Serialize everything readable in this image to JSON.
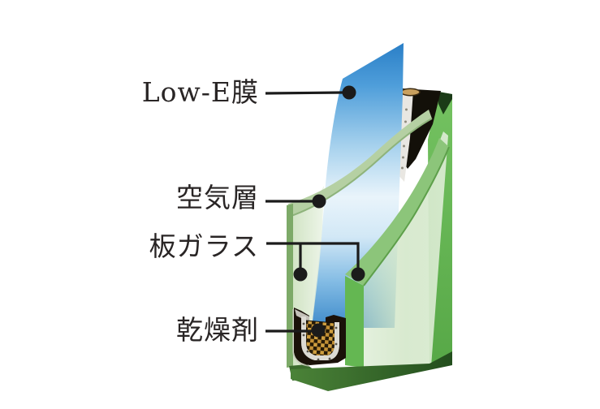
{
  "diagram": {
    "labels": {
      "low_e": "Low-E膜",
      "air_layer": "空気層",
      "glass_pane": "板ガラス",
      "desiccant": "乾燥剤"
    },
    "colors": {
      "background": "#ffffff",
      "film_blue_top": "#2a7fc7",
      "film_blue_pale": "#e9f4fb",
      "glass_green_face": "#cde4c2",
      "glass_green_edge": "#64b752",
      "glass_green_right_top": "#74c261",
      "glass_green_right_bottom": "#57a847",
      "glass_green_dark": "#1b3b17",
      "sealant_black": "#131009",
      "spacer_silver": "#e9e7e2",
      "spacer_cap_tan": "#c9a05e",
      "desiccant_gold": "#cf9e3f",
      "leader_line": "#1b1b1b"
    }
  }
}
